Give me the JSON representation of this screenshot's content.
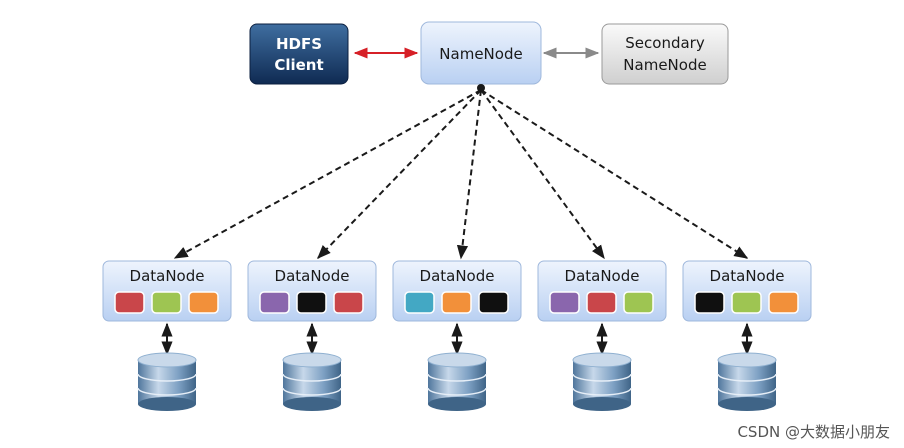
{
  "colors": {
    "client_fill_top": "#3f6ea0",
    "client_fill_bottom": "#0f2a52",
    "namenode_fill_top": "#eef4fd",
    "namenode_fill_bottom": "#b9d0f2",
    "secondary_fill_top": "#fafafa",
    "secondary_fill_bottom": "#cfcfcf",
    "client_arrow": "#d62027",
    "secondary_arrow": "#8a8a8a",
    "dashed_arrow": "#1a1a1a",
    "disk_top": "#c9d9ea",
    "disk_side": "#5f86ad"
  },
  "client": {
    "line1": "HDFS",
    "line2": "Client"
  },
  "namenode": {
    "label": "NameNode"
  },
  "secondary": {
    "line1": "Secondary",
    "line2": "NameNode"
  },
  "datanodes": [
    {
      "label": "DataNode",
      "blocks": [
        "#c9464a",
        "#9ec552",
        "#f2903a"
      ]
    },
    {
      "label": "DataNode",
      "blocks": [
        "#8a66ad",
        "#101010",
        "#c9464a"
      ]
    },
    {
      "label": "DataNode",
      "blocks": [
        "#43a8c4",
        "#f2903a",
        "#101010"
      ]
    },
    {
      "label": "DataNode",
      "blocks": [
        "#8a66ad",
        "#c9464a",
        "#9ec552"
      ]
    },
    {
      "label": "DataNode",
      "blocks": [
        "#101010",
        "#9ec552",
        "#f2903a"
      ]
    }
  ],
  "watermark": "CSDN @大数据小朋友"
}
